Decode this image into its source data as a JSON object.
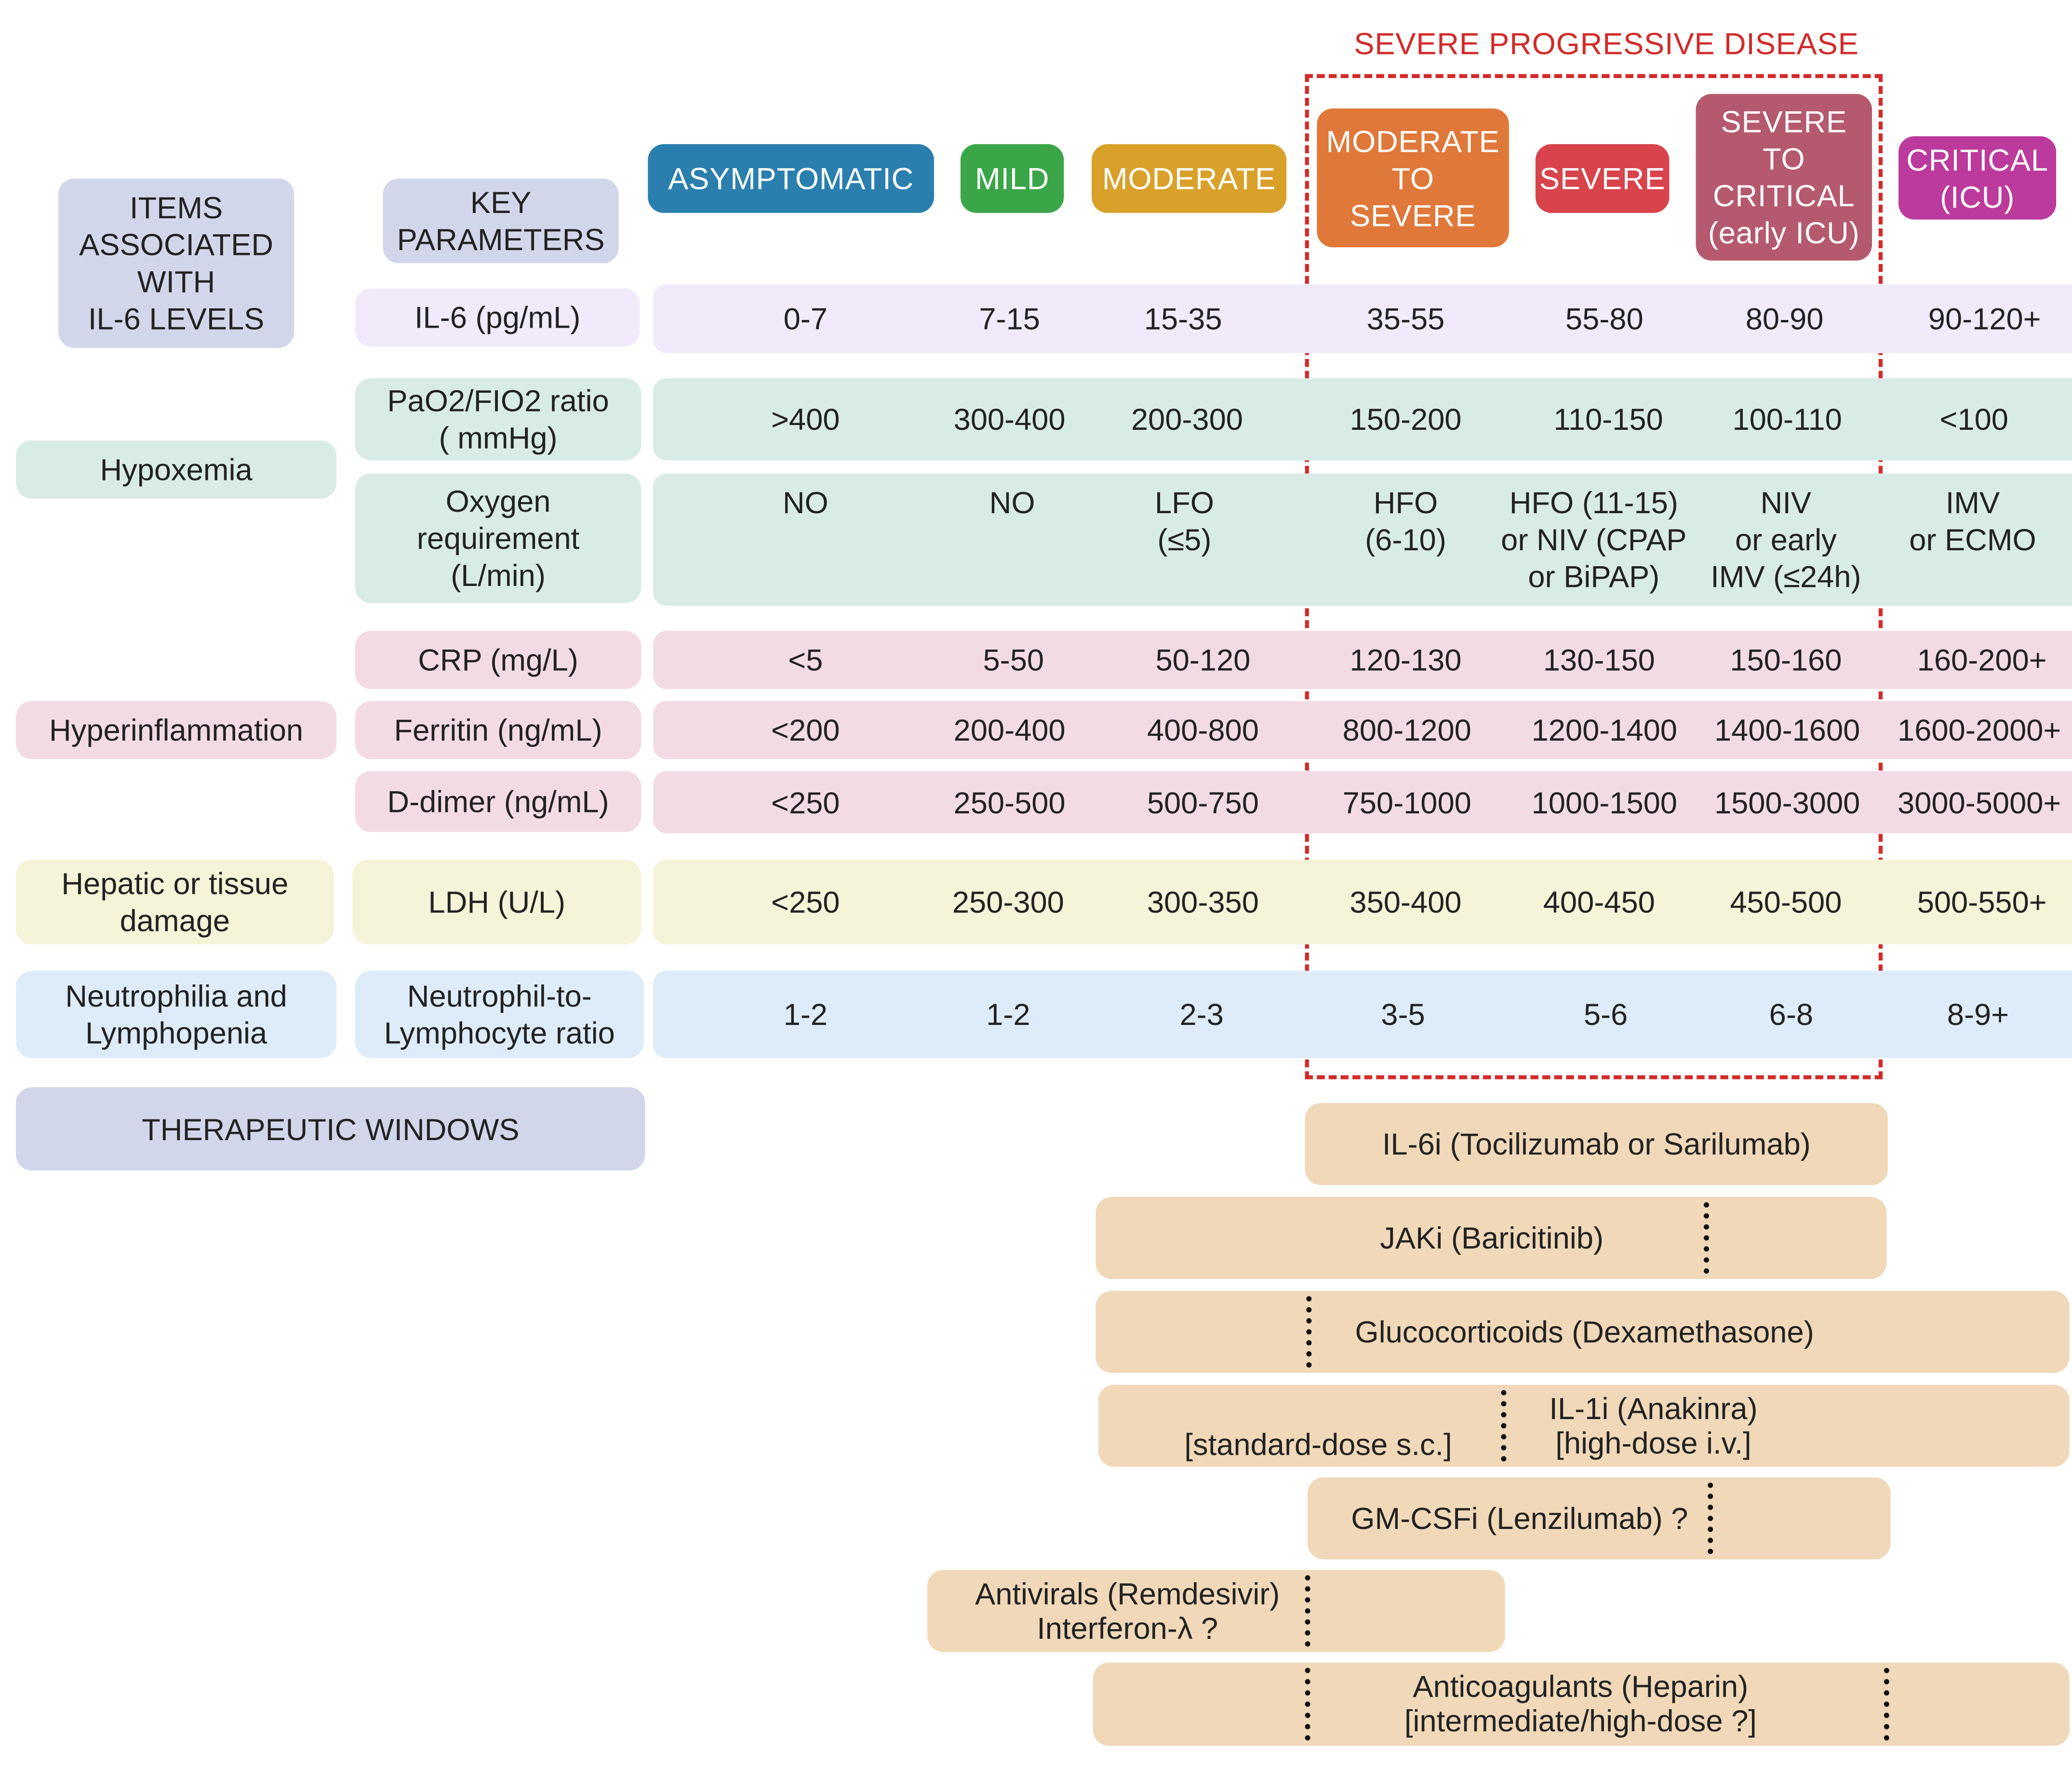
{
  "severe_progressive_disease": "SEVERE PROGRESSIVE DISEASE",
  "header": {
    "items_title": [
      "ITEMS",
      "ASSOCIATED",
      "WITH",
      "IL-6 LEVELS"
    ],
    "key_title": [
      "KEY",
      "PARAMETERS"
    ]
  },
  "stages": [
    {
      "label": [
        "ASYMPTOMATIC"
      ],
      "color": "#2a7fae"
    },
    {
      "label": [
        "MILD"
      ],
      "color": "#3aa648"
    },
    {
      "label": [
        "MODERATE"
      ],
      "color": "#d9a12a"
    },
    {
      "label": [
        "MODERATE",
        "TO",
        "SEVERE"
      ],
      "color": "#e0783a"
    },
    {
      "label": [
        "SEVERE"
      ],
      "color": "#d8434c"
    },
    {
      "label": [
        "SEVERE",
        "TO",
        "CRITICAL",
        "(early ICU)"
      ],
      "color": "#b5596e"
    },
    {
      "label": [
        "CRITICAL",
        "(ICU)"
      ],
      "color": "#bb3a9c"
    }
  ],
  "categories": [
    {
      "label": [
        "Hypoxemia"
      ],
      "color": "#d9ebe6"
    },
    {
      "label": [
        "Hyperinflammation"
      ],
      "color": "#f3dbe6"
    },
    {
      "label": [
        "Hepatic or tissue",
        "damage"
      ],
      "color": "#f5f3d8"
    },
    {
      "label": [
        "Neutrophilia and",
        "Lymphopenia"
      ],
      "color": "#deecf9"
    }
  ],
  "band_colors": {
    "il6": "#f0eafa",
    "hypoxemia": "#d9ebe6",
    "inflammation": "#f3dbe6",
    "ldh": "#f5f3d8",
    "nlr": "#deecf9",
    "therapy": "#f0d8b8",
    "header_box": "#d2d6ea"
  },
  "rows": [
    {
      "param": [
        "IL-6 (pg/mL)"
      ],
      "values": [
        [
          "0-7"
        ],
        [
          "7-15"
        ],
        [
          "15-35"
        ],
        [
          "35-55"
        ],
        [
          "55-80"
        ],
        [
          "80-90"
        ],
        [
          "90-120+"
        ]
      ]
    },
    {
      "param": [
        "PaO2/FIO2 ratio",
        "( mmHg)"
      ],
      "values": [
        [
          ">400"
        ],
        [
          "300-400"
        ],
        [
          "200-300"
        ],
        [
          "150-200"
        ],
        [
          "110-150"
        ],
        [
          "100-110"
        ],
        [
          "<100"
        ]
      ]
    },
    {
      "param": [
        "Oxygen",
        "requirement",
        "(L/min)"
      ],
      "values": [
        [
          "NO"
        ],
        [
          "NO"
        ],
        [
          "LFO",
          "(≤5)"
        ],
        [
          "HFO",
          "(6-10)"
        ],
        [
          "HFO (11-15)",
          "or NIV (CPAP",
          "or BiPAP)"
        ],
        [
          "NIV",
          "or early",
          "IMV (≤24h)"
        ],
        [
          "IMV",
          "or ECMO"
        ]
      ]
    },
    {
      "param": [
        "CRP (mg/L)"
      ],
      "values": [
        [
          "<5"
        ],
        [
          "5-50"
        ],
        [
          "50-120"
        ],
        [
          "120-130"
        ],
        [
          "130-150"
        ],
        [
          "150-160"
        ],
        [
          "160-200+"
        ]
      ]
    },
    {
      "param": [
        "Ferritin (ng/mL)"
      ],
      "values": [
        [
          "<200"
        ],
        [
          "200-400"
        ],
        [
          "400-800"
        ],
        [
          "800-1200"
        ],
        [
          "1200-1400"
        ],
        [
          "1400-1600"
        ],
        [
          "1600-2000+"
        ]
      ]
    },
    {
      "param": [
        "D-dimer (ng/mL)"
      ],
      "values": [
        [
          "<250"
        ],
        [
          "250-500"
        ],
        [
          "500-750"
        ],
        [
          "750-1000"
        ],
        [
          "1000-1500"
        ],
        [
          "1500-3000"
        ],
        [
          "3000-5000+"
        ]
      ]
    },
    {
      "param": [
        "LDH (U/L)"
      ],
      "values": [
        [
          "<250"
        ],
        [
          "250-300"
        ],
        [
          "300-350"
        ],
        [
          "350-400"
        ],
        [
          "400-450"
        ],
        [
          "450-500"
        ],
        [
          "500-550+"
        ]
      ]
    },
    {
      "param": [
        "Neutrophil-to-",
        "Lymphocyte ratio"
      ],
      "values": [
        [
          "1-2"
        ],
        [
          "1-2"
        ],
        [
          "2-3"
        ],
        [
          "3-5"
        ],
        [
          "5-6"
        ],
        [
          "6-8"
        ],
        [
          "8-9+"
        ]
      ]
    }
  ],
  "therapeutic_windows": {
    "title": "THERAPEUTIC WINDOWS",
    "items": [
      {
        "texts": [
          [
            "IL-6i (Tocilizumab or Sarilumab)"
          ]
        ]
      },
      {
        "texts": [
          [
            "JAKi (Baricitinib)"
          ]
        ]
      },
      {
        "texts": [
          [
            "Glucocorticoids (Dexamethasone)"
          ]
        ]
      },
      {
        "texts": [
          [
            "[standard-dose s.c.]"
          ],
          [
            "IL-1i (Anakinra)",
            "[high-dose i.v.]"
          ]
        ]
      },
      {
        "texts": [
          [
            "GM-CSFi (Lenzilumab) ?"
          ]
        ]
      },
      {
        "texts": [
          [
            "Antivirals (Remdesivir)",
            "Interferon-λ ?"
          ]
        ]
      },
      {
        "texts": [
          [
            "Anticoagulants (Heparin)",
            "[intermediate/high-dose ?]"
          ]
        ]
      }
    ]
  }
}
